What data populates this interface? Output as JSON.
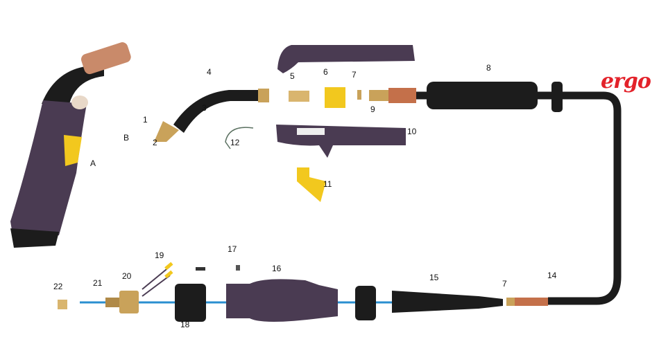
{
  "brand": "ergo",
  "labels": {
    "A": "A",
    "B": "B",
    "p1": "1",
    "p2": "2",
    "p3": "3",
    "p4": "4",
    "p5": "5",
    "p6": "6",
    "p7": "7",
    "p8": "8",
    "p9": "9",
    "p10": "10",
    "p11": "11",
    "p12": "12",
    "p14": "14",
    "p15": "15",
    "p16": "16",
    "p17": "17",
    "p18": "18",
    "p19": "19",
    "p20": "20",
    "p21": "21",
    "p22": "22",
    "p7b": "7"
  },
  "colors": {
    "handle": "#4a3b52",
    "hose": "#1c1c1c",
    "brass": "#c9a25a",
    "trigger": "#f2c81e",
    "copper": "#c4704a",
    "liner": "#2a8fd0",
    "brand": "#e3222a"
  }
}
